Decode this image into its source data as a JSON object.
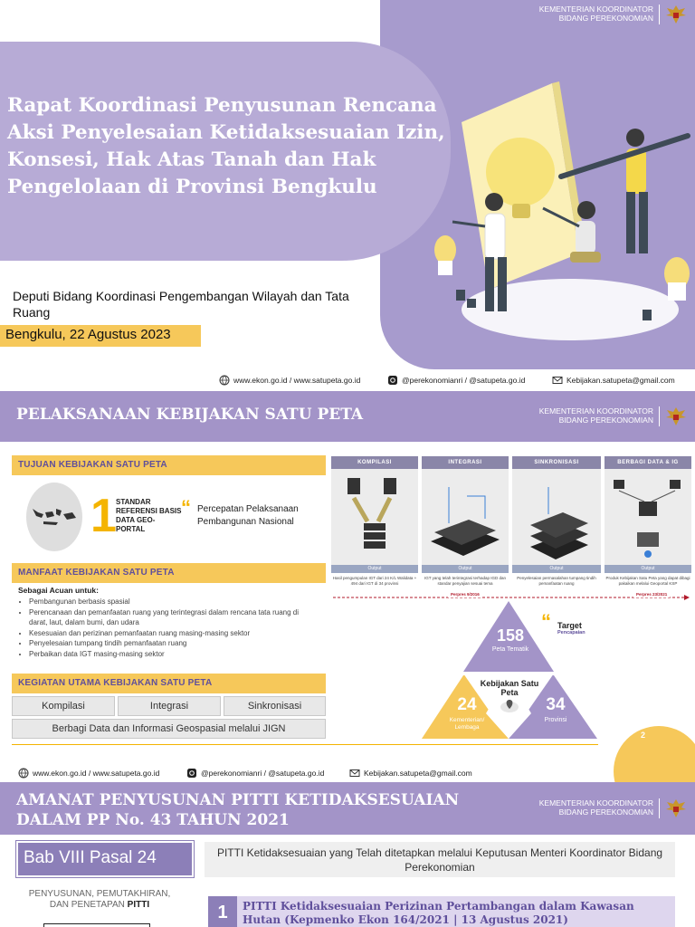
{
  "org": {
    "line1": "KEMENTERIAN KOORDINATOR",
    "line2": "BIDANG PEREKONOMIAN"
  },
  "footer": {
    "web": "www.ekon.go.id / www.satupeta.go.id",
    "social": "@perekonomianri / @satupeta.go.id",
    "email": "Kebijakan.satupeta@gmail.com"
  },
  "slide1": {
    "title": "Rapat Koordinasi Penyusunan Rencana Aksi Penyelesaian Ketidaksesuaian Izin, Konsesi, Hak Atas Tanah dan Hak Pengelolaan di Provinsi Bengkulu",
    "deputi": "Deputi Bidang Koordinasi Pengembangan Wilayah dan Tata Ruang",
    "date": "Bengkulu, 22 Agustus 2023",
    "colors": {
      "panel": "#a79bcd",
      "band": "#b7abd6",
      "accent": "#f6c85a"
    }
  },
  "slide2": {
    "title": "PELAKSANAAN KEBIJAKAN SATU PETA",
    "tujuan": {
      "heading": "TUJUAN KEBIJAKAN SATU PETA",
      "number": "1",
      "standar": "STANDAR REFERENSI BASIS DATA GEO-PORTAL",
      "quote": "Percepatan Pelaksanaan Pembangunan Nasional"
    },
    "manfaat": {
      "heading": "MANFAAT KEBIJAKAN SATU PETA",
      "intro": "Sebagai Acuan untuk:",
      "items": [
        "Pembangunan berbasis spasial",
        "Perencanaan dan pemanfaatan ruang yang terintegrasi dalam rencana tata ruang di darat, laut, dalam bumi, dan udara",
        "Kesesuaian dan perizinan pemanfaatan ruang masing-masing sektor",
        "Penyelesaian tumpang tindih pemanfaatan ruang",
        "Perbaikan data IGT masing-masing sektor"
      ]
    },
    "kegiatan": {
      "heading": "KEGIATAN UTAMA KEBIJAKAN SATU PETA",
      "items": [
        "Kompilasi",
        "Integrasi",
        "Sinkronisasi"
      ],
      "wide": "Berbagi Data dan Informasi Geospasial melalui JIGN"
    },
    "stages": [
      {
        "label": "KOMPILASI",
        "output": "Output",
        "desc": "Hasil pengumpulan IGT dari 24 K/L Walidata + 494 dari IGT di 34 provinsi"
      },
      {
        "label": "INTEGRASI",
        "output": "Output",
        "desc": "IGT yang telah terintegrasi terhadap IGD dan standar penyajian sesuai tema"
      },
      {
        "label": "SINKRONISASI",
        "output": "Output",
        "desc": "Penyelesaian permasalahan tumpang tindih pemanfaatan ruang"
      },
      {
        "label": "BERBAGI DATA & IG",
        "output": "Output",
        "desc": "Produk Kebijakan Satu Peta yang dapat dibagi pakaikan melalui Geoportal KSP"
      }
    ],
    "perpres1": "Perpres 9/2016",
    "perpres2": "Perpres 23/2021",
    "target": {
      "label": "Target",
      "sub": "Pencapaian",
      "top_value": "158",
      "top_label": "Peta Tematik",
      "center": "Kebijakan Satu Peta",
      "left_value": "24",
      "left_label": "Kementerian/ Lembaga",
      "right_value": "34",
      "right_label": "Provinsi"
    },
    "page_number": "2"
  },
  "slide3": {
    "title": "AMANAT PENYUSUNAN PITTI KETIDAKSESUAIAN DALAM PP No. 43 TAHUN 2021",
    "bab": "Bab VIII Pasal 24",
    "subtitle": "PITTI Ketidaksesuaian yang Telah ditetapkan melalui Keputusan Menteri Koordinator Bidang Perekonomian",
    "left_text": "PENYUSUNAN, PEMUTAKHIRAN, DAN PENETAPAN",
    "left_pitti": "PITTI",
    "item_number": "1",
    "item_text": "PITTI Ketidaksesuaian Perizinan Pertambangan dalam Kawasan Hutan (Kepmenko Ekon 164/2021 | 13 Agustus 2021)"
  }
}
